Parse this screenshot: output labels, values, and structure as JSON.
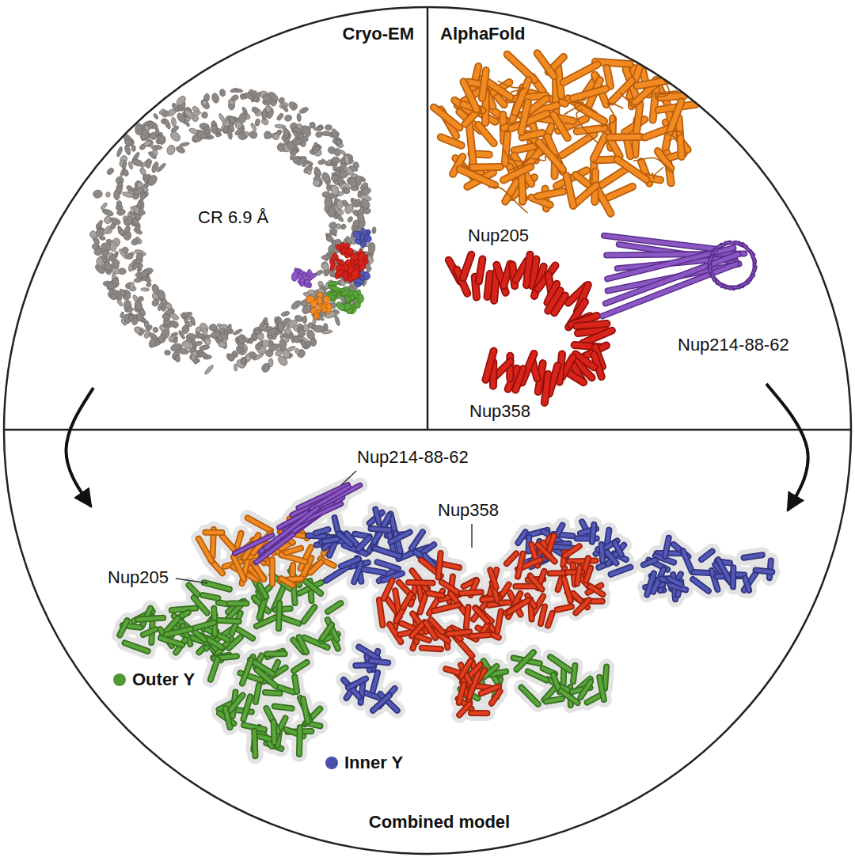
{
  "diagram": {
    "nodes": [
      {
        "text": [
          "Cryo-EM"
        ]
      },
      {
        "text": [
          "AlphaFold"
        ]
      },
      {
        "text": [
          "Combined model"
        ]
      }
    ],
    "edges": [
      {
        "from": 0,
        "to": 2,
        "arrow": "to"
      },
      {
        "from": 1,
        "to": 2,
        "arrow": "to"
      }
    ],
    "labels": [
      "CR 6.9 Å",
      "Nup205",
      "Nup358",
      "Nup214-88-62",
      "Nup214-88-62",
      "Nup358",
      "Nup205"
    ],
    "legend": [
      {
        "text": "Outer Y",
        "color": "#4f9a35"
      },
      {
        "text": "Inner Y",
        "color": "#4a50a8"
      }
    ]
  }
}
